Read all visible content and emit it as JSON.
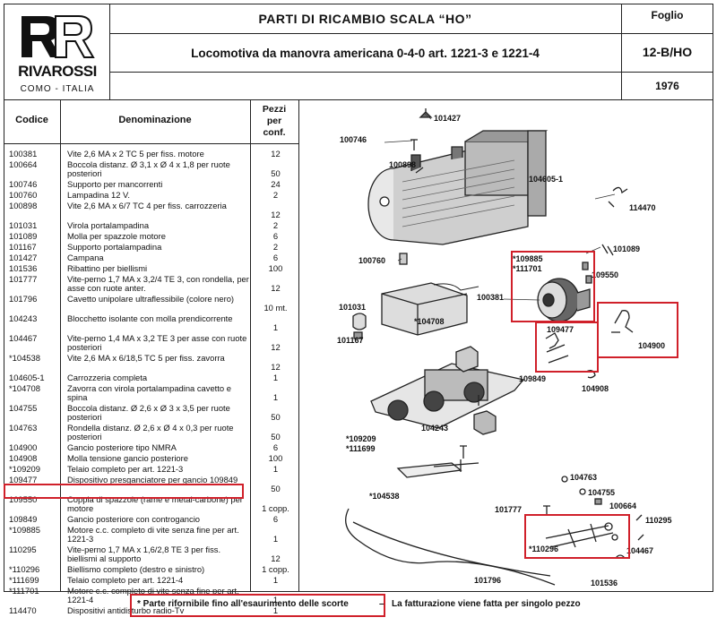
{
  "header": {
    "brand": "RIVAROSSI",
    "brand_city": "COMO - ITALIA",
    "title": "PARTI DI RICAMBIO SCALA “HO”",
    "subtitle": "Locomotiva da manovra americana 0-4-0 art. 1221-3 e 1221-4",
    "foglio_label": "Foglio",
    "foglio_value": "12-B/HO",
    "year": "1976"
  },
  "table": {
    "col_code": "Codice",
    "col_name": "Denominazione",
    "col_qty": "Pezzi per conf.",
    "rows": [
      {
        "code": "100381",
        "name": "Vite 2,6 MA x 2 TC 5 per fiss. motore",
        "qty": "12"
      },
      {
        "code": "100664",
        "name": "Boccola distanz. Ø 3,1 x Ø 4 x 1,8 per ruote posteriori",
        "qty": "50"
      },
      {
        "code": "100746",
        "name": "Supporto per mancorrenti",
        "qty": "24"
      },
      {
        "code": "100760",
        "name": "Lampadina 12 V.",
        "qty": "2"
      },
      {
        "code": "100898",
        "name": "Vite 2,6 MA x 6/7 TC 4 per fiss. carrozzeria",
        "qty": "12"
      },
      {
        "code": "101031",
        "name": "Virola portalampadina",
        "qty": "2"
      },
      {
        "code": "101089",
        "name": "Molla per spazzole motore",
        "qty": "6"
      },
      {
        "code": "101167",
        "name": "Supporto portalampadina",
        "qty": "2"
      },
      {
        "code": "101427",
        "name": "Campana",
        "qty": "6"
      },
      {
        "code": "101536",
        "name": "Ribattino per biellismi",
        "qty": "100"
      },
      {
        "code": "101777",
        "name": "Vite-perno 1,7 MA x 3,2/4 TE 3, con rondella, per asse con ruote anter.",
        "qty": "12"
      },
      {
        "code": "101796",
        "name": "Cavetto unipolare ultraflessibile (colore nero)",
        "qty": "10 mt."
      },
      {
        "code": "104243",
        "name": "Blocchetto isolante con molla prendicorrente",
        "qty": "1"
      },
      {
        "code": "104467",
        "name": "Vite-perno 1,4 MA x 3,2 TE 3 per asse con ruote posteriori",
        "qty": "12"
      },
      {
        "code": "*104538",
        "name": "Vite 2,6 MA x 6/18,5 TC 5 per fiss. zavorra",
        "qty": "12"
      },
      {
        "code": "104605-1",
        "name": "Carrozzeria completa",
        "qty": "1"
      },
      {
        "code": "*104708",
        "name": "Zavorra con virola portalampadina cavetto e spina",
        "qty": "1"
      },
      {
        "code": "104755",
        "name": "Boccola distanz. Ø 2,6 x Ø 3 x 3,5 per ruote posteriori",
        "qty": "50"
      },
      {
        "code": "104763",
        "name": "Rondella distanz. Ø 2,6 x Ø 4 x 0,3 per ruote posteriori",
        "qty": "50"
      },
      {
        "code": "104900",
        "name": "Gancio posteriore tipo NMRA",
        "qty": "6"
      },
      {
        "code": "104908",
        "name": "Molla tensione gancio posteriore",
        "qty": "100"
      },
      {
        "code": "*109209",
        "name": "Telaio completo per art. 1221-3",
        "qty": "1"
      },
      {
        "code": "109477",
        "name": "Dispositivo presganciatore per gancio 109849",
        "qty": "50"
      },
      {
        "code": "109550",
        "name": "Coppia di spazzole (rame e metal-carbone) per motore",
        "qty": "1 copp."
      },
      {
        "code": "109849",
        "name": "Gancio posteriore con controgancio",
        "qty": "6"
      },
      {
        "code": "*109885",
        "name": "Motore c.c. completo di vite senza fine per art. 1221-3",
        "qty": "1"
      },
      {
        "code": "110295",
        "name": "Vite-perno 1,7 MA x 1,6/2,8 TE 3 per fiss. biellismi al supporto",
        "qty": "12"
      },
      {
        "code": "*110296",
        "name": "Biellismo completo (destro e sinistro)",
        "qty": "1 copp."
      },
      {
        "code": "*111699",
        "name": "Telaio completo per art. 1221-4",
        "qty": "1"
      },
      {
        "code": "*111701",
        "name": "Motore c.c. completo di vite senza fine per art. 1221-4",
        "qty": "1"
      },
      {
        "code": "114470",
        "name": "Dispositivi antidisturbo radio-Tv",
        "qty": "1"
      }
    ]
  },
  "diagram_labels": {
    "l101427": "101427",
    "l100746": "100746",
    "l100898": "100898",
    "l104605": "104605-1",
    "l114470": "114470",
    "l101089": "101089",
    "l109885": "*109885",
    "l111701": "*111701",
    "l109550": "109550",
    "l100760": "100760",
    "l100381": "100381",
    "l101031": "101031",
    "l104708": "*104708",
    "l101167": "101167",
    "l109477": "109477",
    "l104900": "104900",
    "l109849": "109849",
    "l104908": "104908",
    "l104243": "104243",
    "l109209": "*109209",
    "l111699": "*111699",
    "l104538": "*104538",
    "l104763": "104763",
    "l104755": "104755",
    "l101777": "101777",
    "l100664": "100664",
    "l110295": "110295",
    "l110296": "*110296",
    "l104467": "104467",
    "l101796": "101796",
    "l101536": "101536"
  },
  "footer": {
    "note": "* Parte rifornibile fino all'esaurimento delle scorte",
    "dash": "–",
    "billing": "La fatturazione viene fatta per singolo pezzo"
  }
}
